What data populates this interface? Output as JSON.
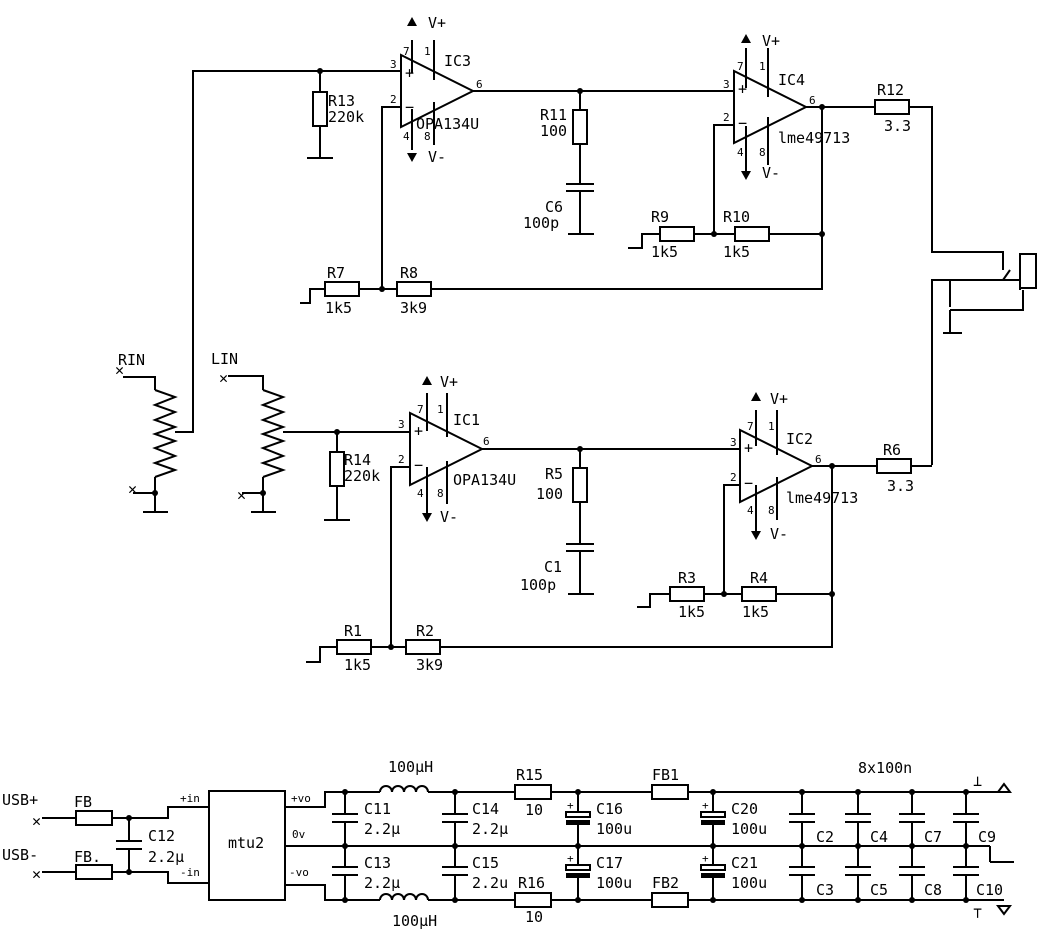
{
  "labels": {
    "ic3": "IC3",
    "ic3_part": "OPA134U",
    "ic4": "IC4",
    "ic4_part": "lme49713",
    "ic1": "IC1",
    "ic1_part": "OPA134U",
    "ic2": "IC2",
    "ic2_part": "lme49713",
    "r13": "R13",
    "r13_v": "220k",
    "r11": "R11",
    "r11_v": "100",
    "c6": "C6",
    "c6_v": "100p",
    "r12": "R12",
    "r12_v": "3.3",
    "r9": "R9",
    "r9_v": "1k5",
    "r10": "R10",
    "r10_v": "1k5",
    "r7": "R7",
    "r7_v": "1k5",
    "r8": "R8",
    "r8_v": "3k9",
    "rin": "RIN",
    "lin": "LIN",
    "r14": "R14",
    "r14_v": "220k",
    "r5": "R5",
    "r5_v": "100",
    "c1": "C1",
    "c1_v": "100p",
    "r6": "R6",
    "r6_v": "3.3",
    "r3": "R3",
    "r3_v": "1k5",
    "r4": "R4",
    "r4_v": "1k5",
    "r1": "R1",
    "r1_v": "1k5",
    "r2": "R2",
    "r2_v": "3k9",
    "vplus": "V+",
    "vminus": "V-",
    "plus": "+",
    "minus": "−",
    "pins": {
      "p1": "1",
      "p2": "2",
      "p3": "3",
      "p4": "4",
      "p6": "6",
      "p7": "7",
      "p8": "8"
    },
    "usb_plus": "USB+",
    "usb_minus": "USB-",
    "fb": "FB",
    "fb_dot": "FB.",
    "c12": "C12",
    "c12_v": "2.2µ",
    "in_plus": "+in",
    "in_minus": "-in",
    "mtu2": "mtu2",
    "vo_plus": "+vo",
    "zero_v": "0v",
    "vo_minus": "-vo",
    "c11": "C11",
    "c11_v": "2.2µ",
    "c13": "C13",
    "c13_v": "2.2µ",
    "l_top": "100µH",
    "l_bot": "100µH",
    "c14": "C14",
    "c14_v": "2.2µ",
    "c15": "C15",
    "c15_v": "2.2u",
    "r15": "R15",
    "r15_v": "10",
    "r16": "R16",
    "r16_v": "10",
    "c16": "C16",
    "c16_v": "100u",
    "c17": "C17",
    "c17_v": "100u",
    "fb1": "FB1",
    "fb2": "FB2",
    "c20": "C20",
    "c20_v": "100u",
    "c21": "C21",
    "c21_v": "100u",
    "c2": "C2",
    "c3": "C3",
    "c4": "C4",
    "c5": "C5",
    "c7": "C7",
    "c8": "C8",
    "c9": "C9",
    "c10": "C10",
    "cap_bank": "8x100n"
  }
}
